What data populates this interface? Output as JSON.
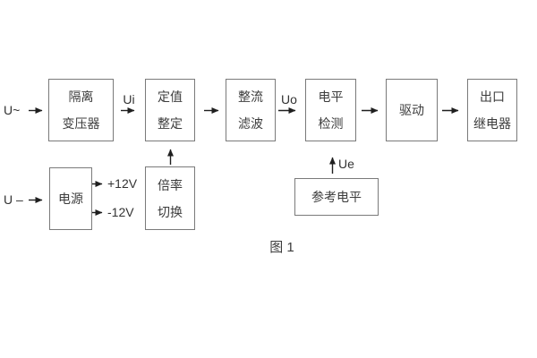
{
  "diagram": {
    "caption": "图 1",
    "inputs": {
      "ac_label": "U~",
      "dc_label": "U –"
    },
    "signal_labels": {
      "ui": "Ui",
      "uo": "Uo",
      "ue": "Ue",
      "rail_pos": "+12V",
      "rail_neg": "-12V"
    },
    "blocks": {
      "isolation_transformer": {
        "lines": [
          "隔离",
          "变压器"
        ]
      },
      "value_setting": {
        "lines": [
          "定值",
          "整定"
        ]
      },
      "rectify_filter": {
        "lines": [
          "整流",
          "滤波"
        ]
      },
      "level_detect": {
        "lines": [
          "电平",
          "检测"
        ]
      },
      "drive": {
        "lines": [
          "驱动"
        ]
      },
      "output_relay": {
        "lines": [
          "出口",
          "继电器"
        ]
      },
      "power_supply": {
        "lines": [
          "电源"
        ]
      },
      "ratio_switch": {
        "lines": [
          "倍率",
          "切换"
        ]
      },
      "reference_level": {
        "lines": [
          "参考电平"
        ]
      }
    },
    "colors": {
      "background": "#ffffff",
      "box_border": "#7a7a7a",
      "text": "#3c3c3c",
      "arrow": "#1f1f1f"
    }
  }
}
